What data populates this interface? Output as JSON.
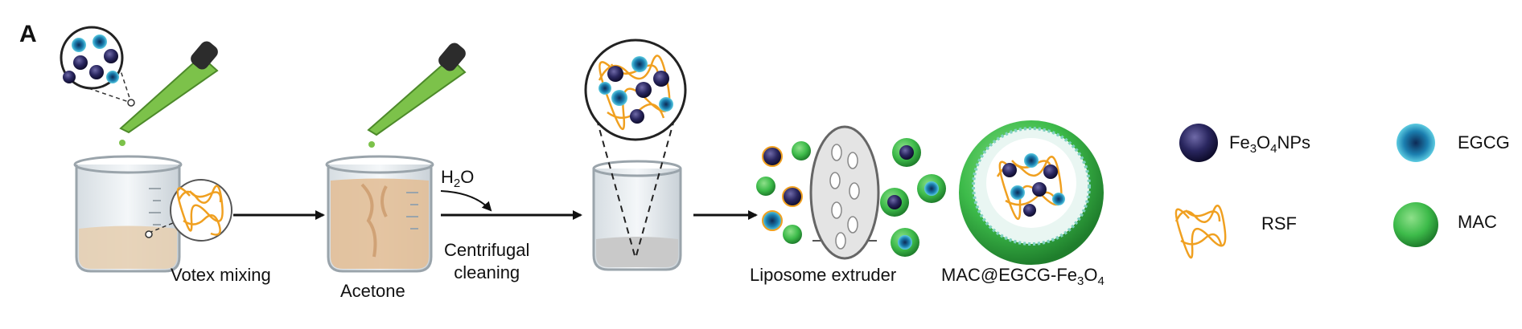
{
  "panel_label": "A",
  "steps": {
    "vortex": "Votex mixing",
    "acetone": "Acetone",
    "water_main": "H",
    "water_sub": "2",
    "water_tail": "O",
    "centrifugal_line1": "Centrifugal",
    "centrifugal_line2": "cleaning",
    "extruder": "Liposome extruder",
    "product_main": "MAC@EGCG-Fe",
    "product_sub": "3",
    "product_tail": "O",
    "product_sub2": "4"
  },
  "legend": {
    "fe3o4_main": "Fe",
    "fe3o4_sub": "3",
    "fe3o4_tail": "O",
    "fe3o4_sub2": "4",
    "fe3o4_end": "NPs",
    "egcg": "EGCG",
    "rsf": "RSF",
    "mac": "MAC"
  },
  "colors": {
    "fe3o4": "#1c1a4a",
    "egcg": "#1fb4cf",
    "rsf": "#f0a020",
    "mac": "#3dbb4a",
    "dropper_liquid": "#7cc24a"
  }
}
